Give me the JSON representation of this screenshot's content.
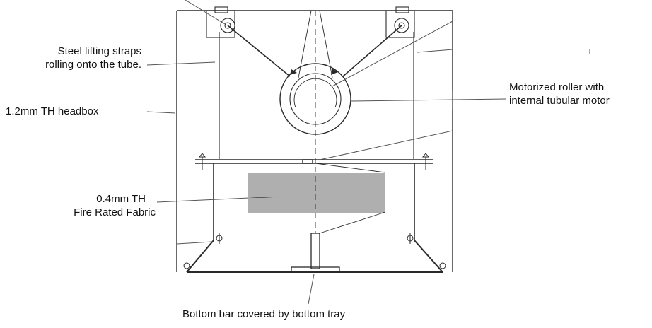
{
  "labels": {
    "steel_straps": [
      "Steel lifting straps",
      "rolling onto the tube."
    ],
    "headbox": "1.2mm TH headbox",
    "roller": [
      "Motorized roller with",
      "internal tubular motor"
    ],
    "fabric": [
      "0.4mm TH",
      "Fire Rated Fabric"
    ],
    "bottom_bar": "Bottom bar covered by bottom tray"
  },
  "colors": {
    "line": "#2a2a2a",
    "leader": "#555555",
    "text": "#111111"
  }
}
